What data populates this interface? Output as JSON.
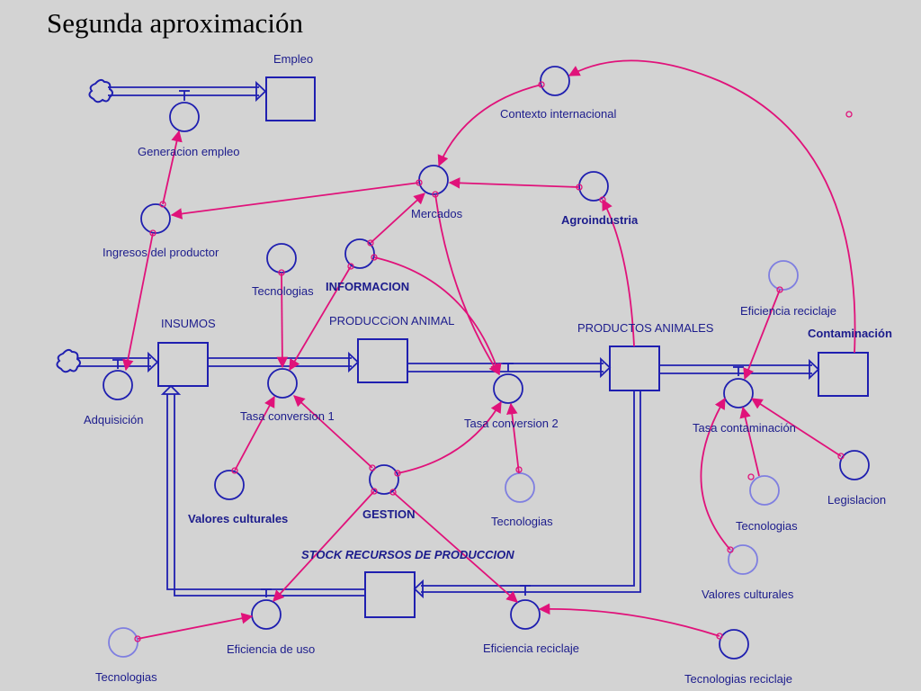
{
  "title": "Segunda aproximación",
  "stocks": {
    "empleo": "Empleo",
    "insumos": "INSUMOS",
    "produccion_animal": "PRODUCCiON ANIMAL",
    "productos_animales": "PRODUCTOS ANIMALES",
    "contaminacion": "Contaminación",
    "stock_recursos": "STOCK RECURSOS DE PRODUCCION"
  },
  "variables": {
    "generacion_empleo": "Generacion empleo",
    "contexto_internacional": "Contexto internacional",
    "mercados": "Mercados",
    "agroindustria": "Agroindustria",
    "ingresos_productor": "Ingresos del productor",
    "tecnologias_top": "Tecnologias",
    "informacion": "INFORMACION",
    "eficiencia_reciclaje_top": "Eficiencia reciclaje",
    "adquisicion": "Adquisición",
    "tasa_conversion_1": "Tasa conversion 1",
    "tasa_conversion_2": "Tasa  conversion 2",
    "tasa_contaminacion": "Tasa contaminación",
    "valores_culturales_left": "Valores culturales",
    "gestion": "GESTION",
    "tecnologias_mid": "Tecnologias",
    "legislacion": "Legislacion",
    "tecnologias_right": "Tecnologias",
    "valores_culturales_right": "Valores culturales",
    "eficiencia_uso": "Eficiencia de uso",
    "eficiencia_reciclaje_bottom": "Eficiencia reciclaje",
    "tecnologias_bottom": "Tecnologias",
    "tecnologias_reciclaje": "Tecnologias reciclaje"
  },
  "colors": {
    "background": "#d3d3d3",
    "stock_flow": "#1f1fb0",
    "causal_link": "#e0127a",
    "label": "#1c1c8c"
  }
}
